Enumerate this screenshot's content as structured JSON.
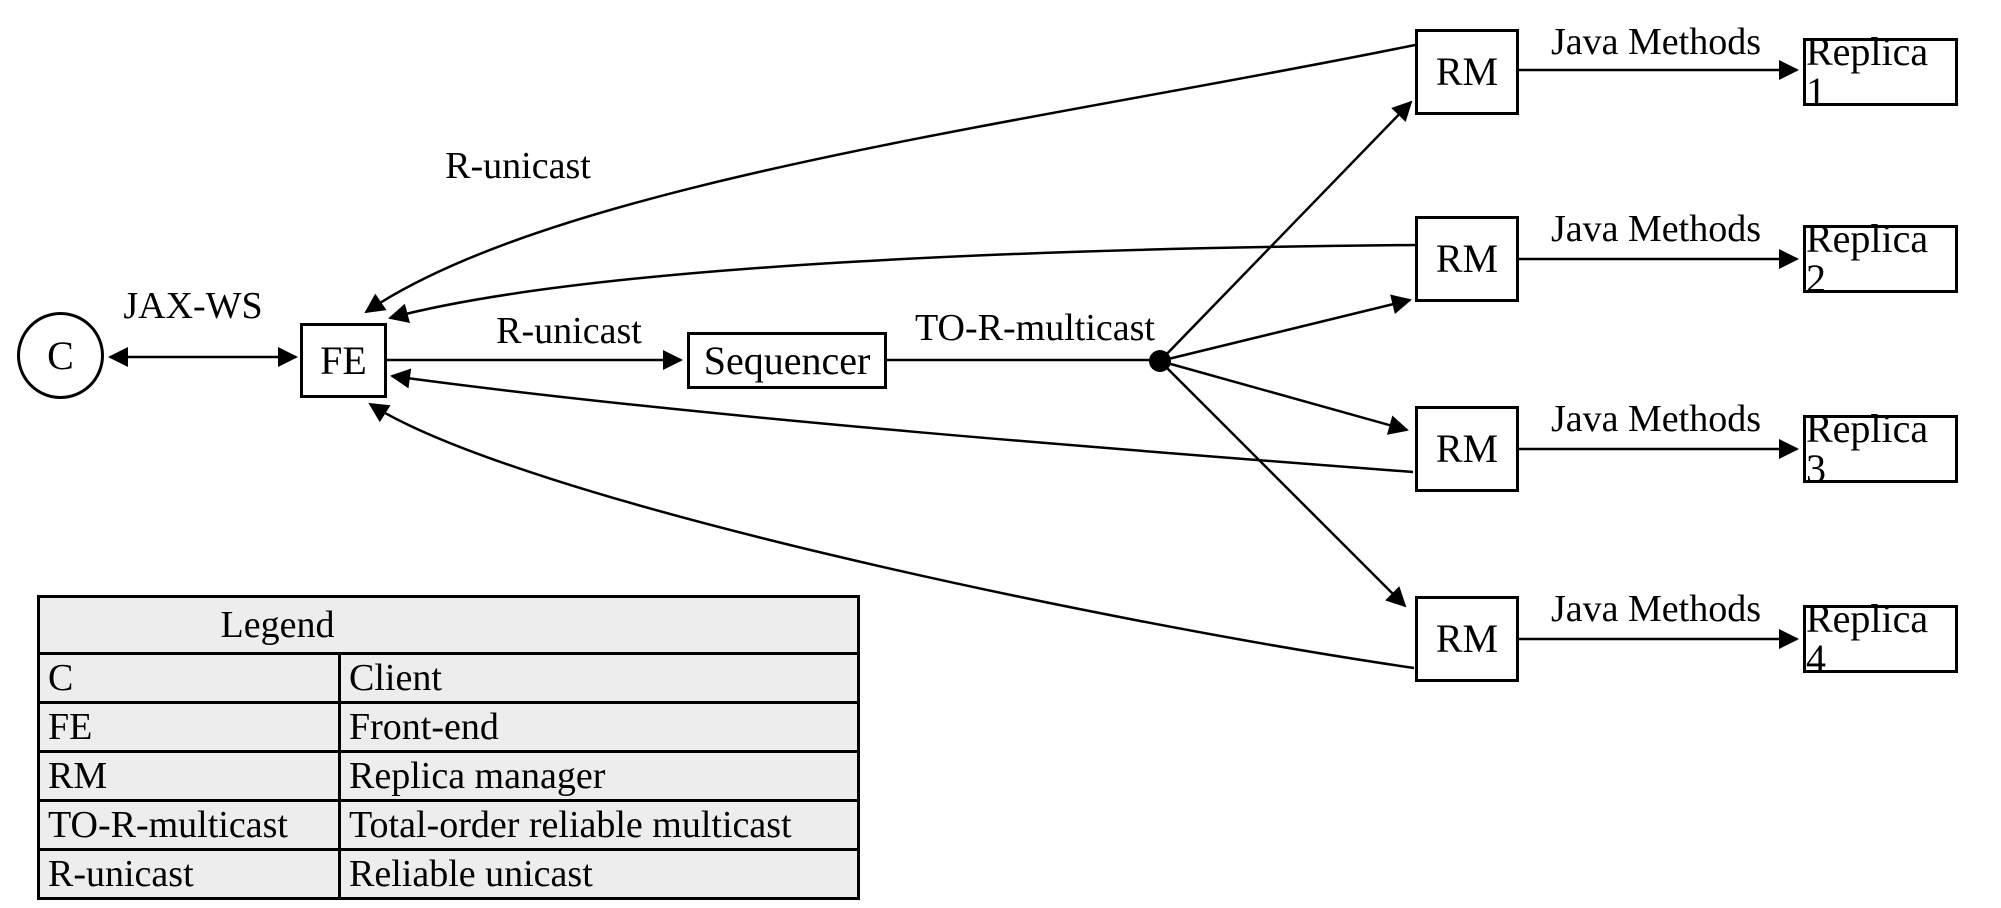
{
  "diagram": {
    "client_label": "C",
    "frontend_label": "FE",
    "sequencer_label": "Sequencer",
    "rm_label": "RM",
    "replica_labels": [
      "Replica 1",
      "Replica 2",
      "Replica 3",
      "Replica 4"
    ],
    "edge_labels": {
      "jax_ws": "JAX-WS",
      "r_unicast_upper": "R-unicast",
      "r_unicast_lower": "R-unicast",
      "to_r_multicast": "TO-R-multicast",
      "java_methods": "Java Methods"
    }
  },
  "legend": {
    "title": "Legend",
    "rows": [
      {
        "term": "C",
        "definition": "Client"
      },
      {
        "term": "FE",
        "definition": "Front-end"
      },
      {
        "term": "RM",
        "definition": "Replica manager"
      },
      {
        "term": "TO-R-multicast",
        "definition": "Total-order reliable multicast"
      },
      {
        "term": "R-unicast",
        "definition": "Reliable unicast"
      }
    ]
  },
  "colors": {
    "stroke": "#000000",
    "background": "#ffffff",
    "legend_background": "#ededed"
  }
}
